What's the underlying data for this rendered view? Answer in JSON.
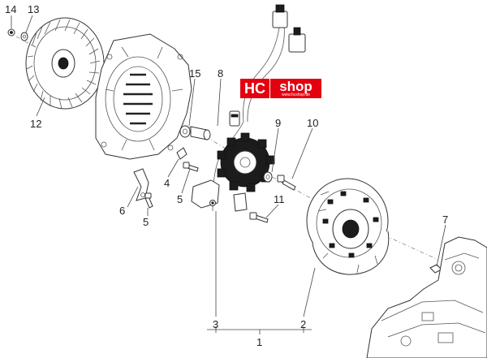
{
  "logo": {
    "hc": "HC",
    "shop": "shop",
    "sub": "www.hcshop.de"
  },
  "callouts": {
    "c14": "14",
    "c13": "13",
    "c12": "12",
    "c15": "15",
    "c8": "8",
    "c9": "9",
    "c10": "10",
    "c4": "4",
    "c5a": "5",
    "c6": "6",
    "c5b": "5",
    "c11": "11",
    "c7": "7",
    "c3": "3",
    "c2": "2",
    "c1": "1"
  },
  "colors": {
    "logo_red": "#e3000f",
    "ink": "#222222"
  }
}
